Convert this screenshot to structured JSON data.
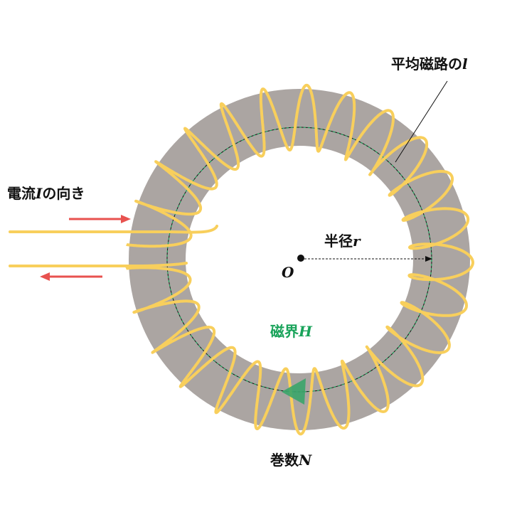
{
  "labels": {
    "current": {
      "prefix": "電流",
      "symbol": "I",
      "suffix": "の向き"
    },
    "mean_path": {
      "prefix": "平均磁路の",
      "symbol": "l"
    },
    "radius": {
      "prefix": "半径",
      "symbol": "r"
    },
    "center": "O",
    "field": {
      "prefix": "磁界",
      "symbol": "H"
    },
    "turns": {
      "prefix": "巻数",
      "symbol": "N"
    }
  },
  "colors": {
    "core": "#aba5a2",
    "coil": "#f8cf5c",
    "arrow": "#e8524f",
    "field": "#19a35a",
    "field_arrow": "#3aa56a",
    "text": "#111111"
  }
}
